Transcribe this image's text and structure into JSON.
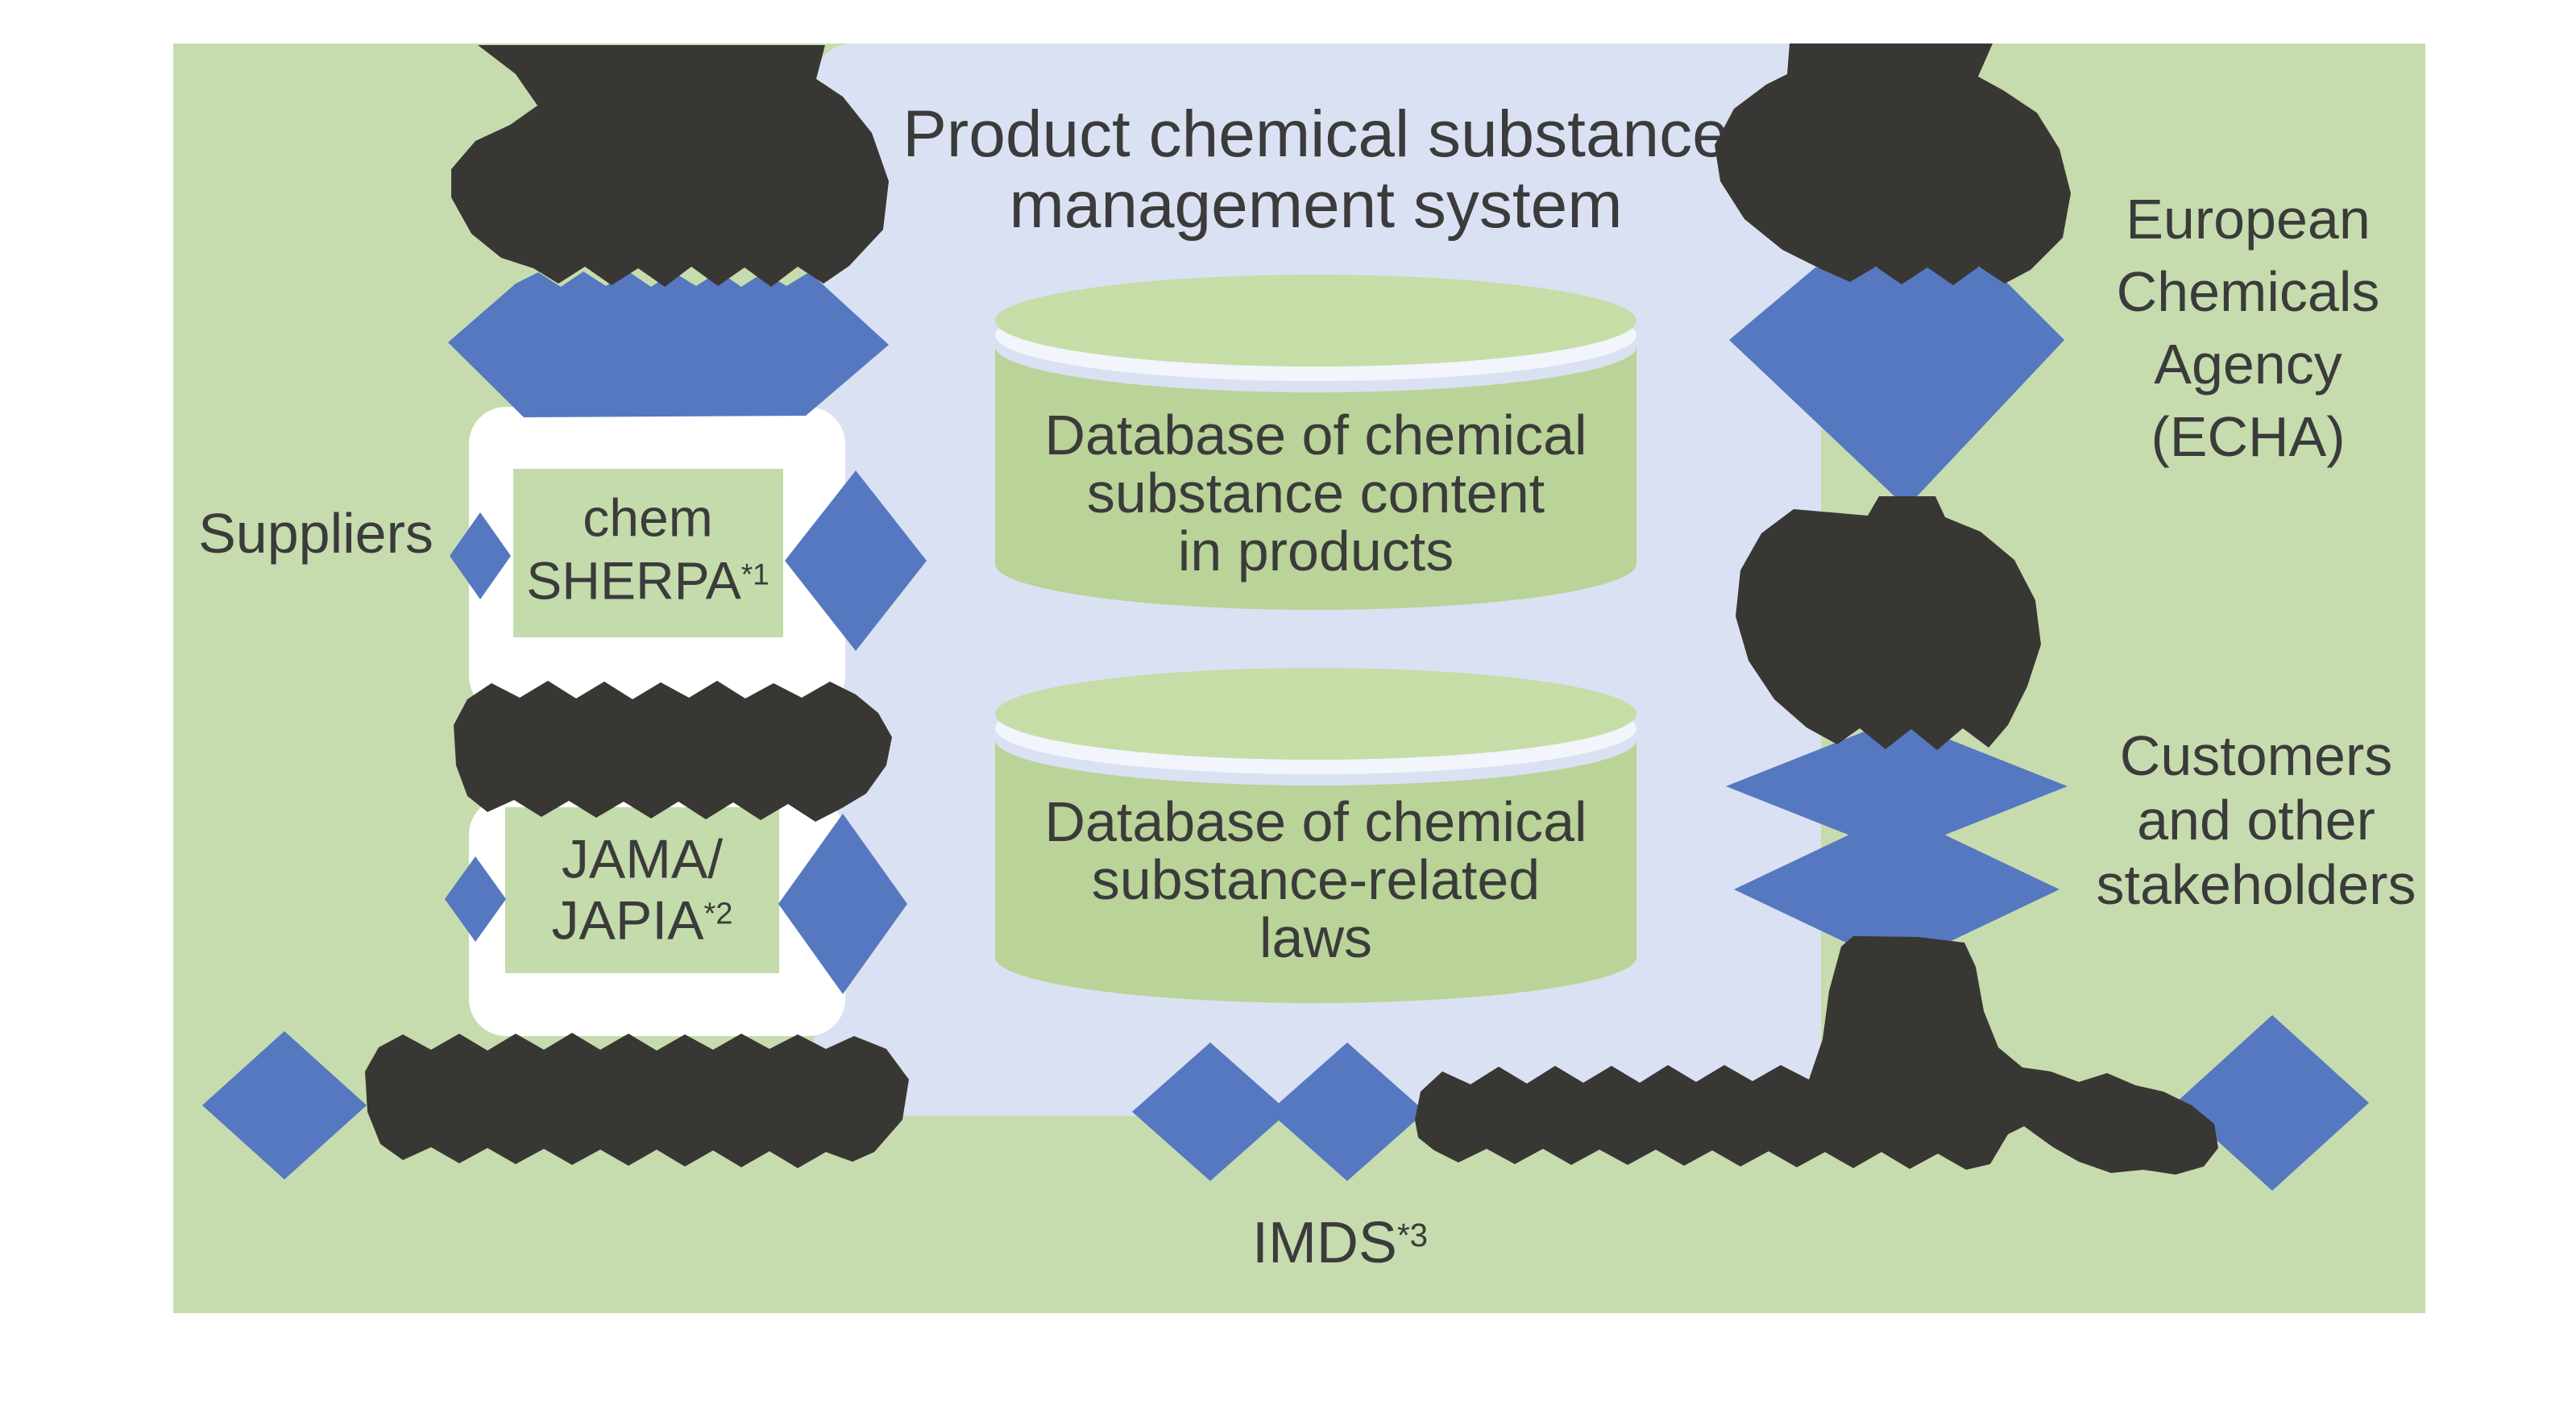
{
  "title": {
    "line1": "Product chemical substance",
    "line2": "management system"
  },
  "databases": {
    "products_db": {
      "line1": "Database of chemical",
      "line2": "substance content",
      "line3": "in products"
    },
    "laws_db": {
      "line1": "Database of chemical",
      "line2": "substance-related",
      "line3": "laws"
    }
  },
  "left_column": {
    "suppliers_label": "Suppliers",
    "chem_sherpa_box": {
      "line1": "chem",
      "name": "SHERPA",
      "superscript": "*1"
    },
    "jama_japia_box": {
      "line1": "JAMA/",
      "name": "JAPIA",
      "superscript": "*2"
    }
  },
  "right_column": {
    "echa_label": {
      "line1": "European",
      "line2": "Chemicals",
      "line3": "Agency",
      "line4": "(ECHA)"
    },
    "customers_label": {
      "line1": "Customers",
      "line2": "and other",
      "line3": "stakeholders"
    }
  },
  "bottom": {
    "imds_label": {
      "name": "IMDS",
      "superscript": "*3"
    }
  },
  "colors": {
    "outer_background": "#ffffff",
    "field_green": "#c7dcae",
    "panel_lavender": "#dae1f2",
    "cylinder_body_green": "#bad398",
    "cylinder_top_green": "#c6dda8",
    "cylinder_gap": "#f2f5fc",
    "inner_box_green": "#c4dbab",
    "arrow_blue": "#5578c0",
    "redaction_dark": "#393734",
    "text_dark": "#3b3b3b",
    "card_white": "#ffffff"
  }
}
